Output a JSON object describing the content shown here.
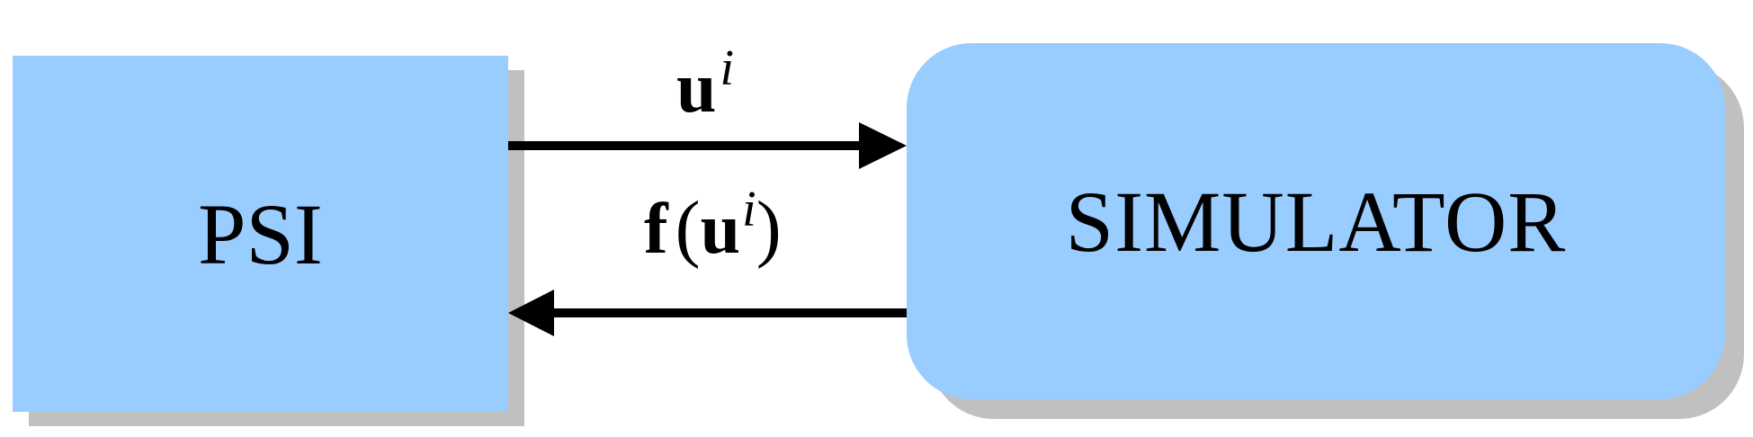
{
  "diagram": {
    "left_box": {
      "label": "PSI",
      "fill": "#99ccff",
      "shadow": "#c0c0c0"
    },
    "right_box": {
      "label": "SIMULATOR",
      "fill": "#99ccff",
      "shadow": "#c0c0c0"
    },
    "top_arrow": {
      "base": "u",
      "superscript": "i",
      "direction": "PSI to SIMULATOR"
    },
    "bottom_arrow": {
      "func": "f",
      "open_paren": "(",
      "base": "u",
      "superscript": "i",
      "close_paren": ")",
      "direction": "SIMULATOR to PSI"
    },
    "arrow_color": "#000000"
  }
}
